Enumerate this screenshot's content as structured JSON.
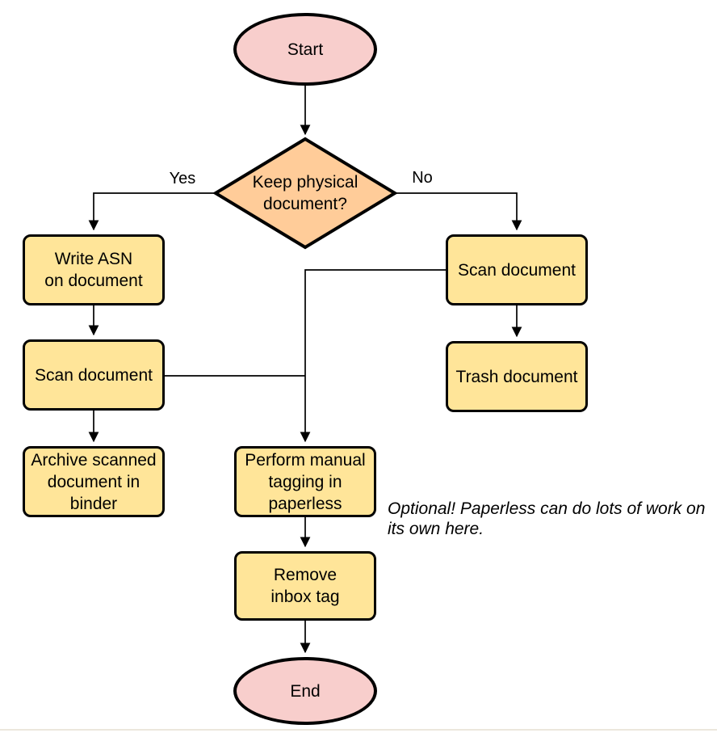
{
  "diagram": {
    "type": "flowchart",
    "colors": {
      "background": "#ffffff",
      "terminal_fill": "#f8cecc",
      "decision_fill": "#ffcc99",
      "process_fill": "#ffe599",
      "stroke": "#000000",
      "footer_line": "#ece7dd"
    },
    "nodes": {
      "start": {
        "shape": "ellipse",
        "label": "Start"
      },
      "decision": {
        "shape": "diamond",
        "label": "Keep physical\ndocument?"
      },
      "write_asn": {
        "shape": "rounded-rect",
        "label": "Write ASN\non document"
      },
      "scan_left": {
        "shape": "rounded-rect",
        "label": "Scan document"
      },
      "archive": {
        "shape": "rounded-rect",
        "label": "Archive scanned\ndocument in\nbinder"
      },
      "scan_right": {
        "shape": "rounded-rect",
        "label": "Scan document"
      },
      "trash": {
        "shape": "rounded-rect",
        "label": "Trash document"
      },
      "tagging": {
        "shape": "rounded-rect",
        "label": "Perform manual\ntagging in\npaperless"
      },
      "remove_inbox": {
        "shape": "rounded-rect",
        "label": "Remove\ninbox tag"
      },
      "end": {
        "shape": "ellipse",
        "label": "End"
      }
    },
    "edge_labels": {
      "yes": "Yes",
      "no": "No"
    },
    "annotation": "Optional! Paperless can do lots of work on\nits own here."
  }
}
